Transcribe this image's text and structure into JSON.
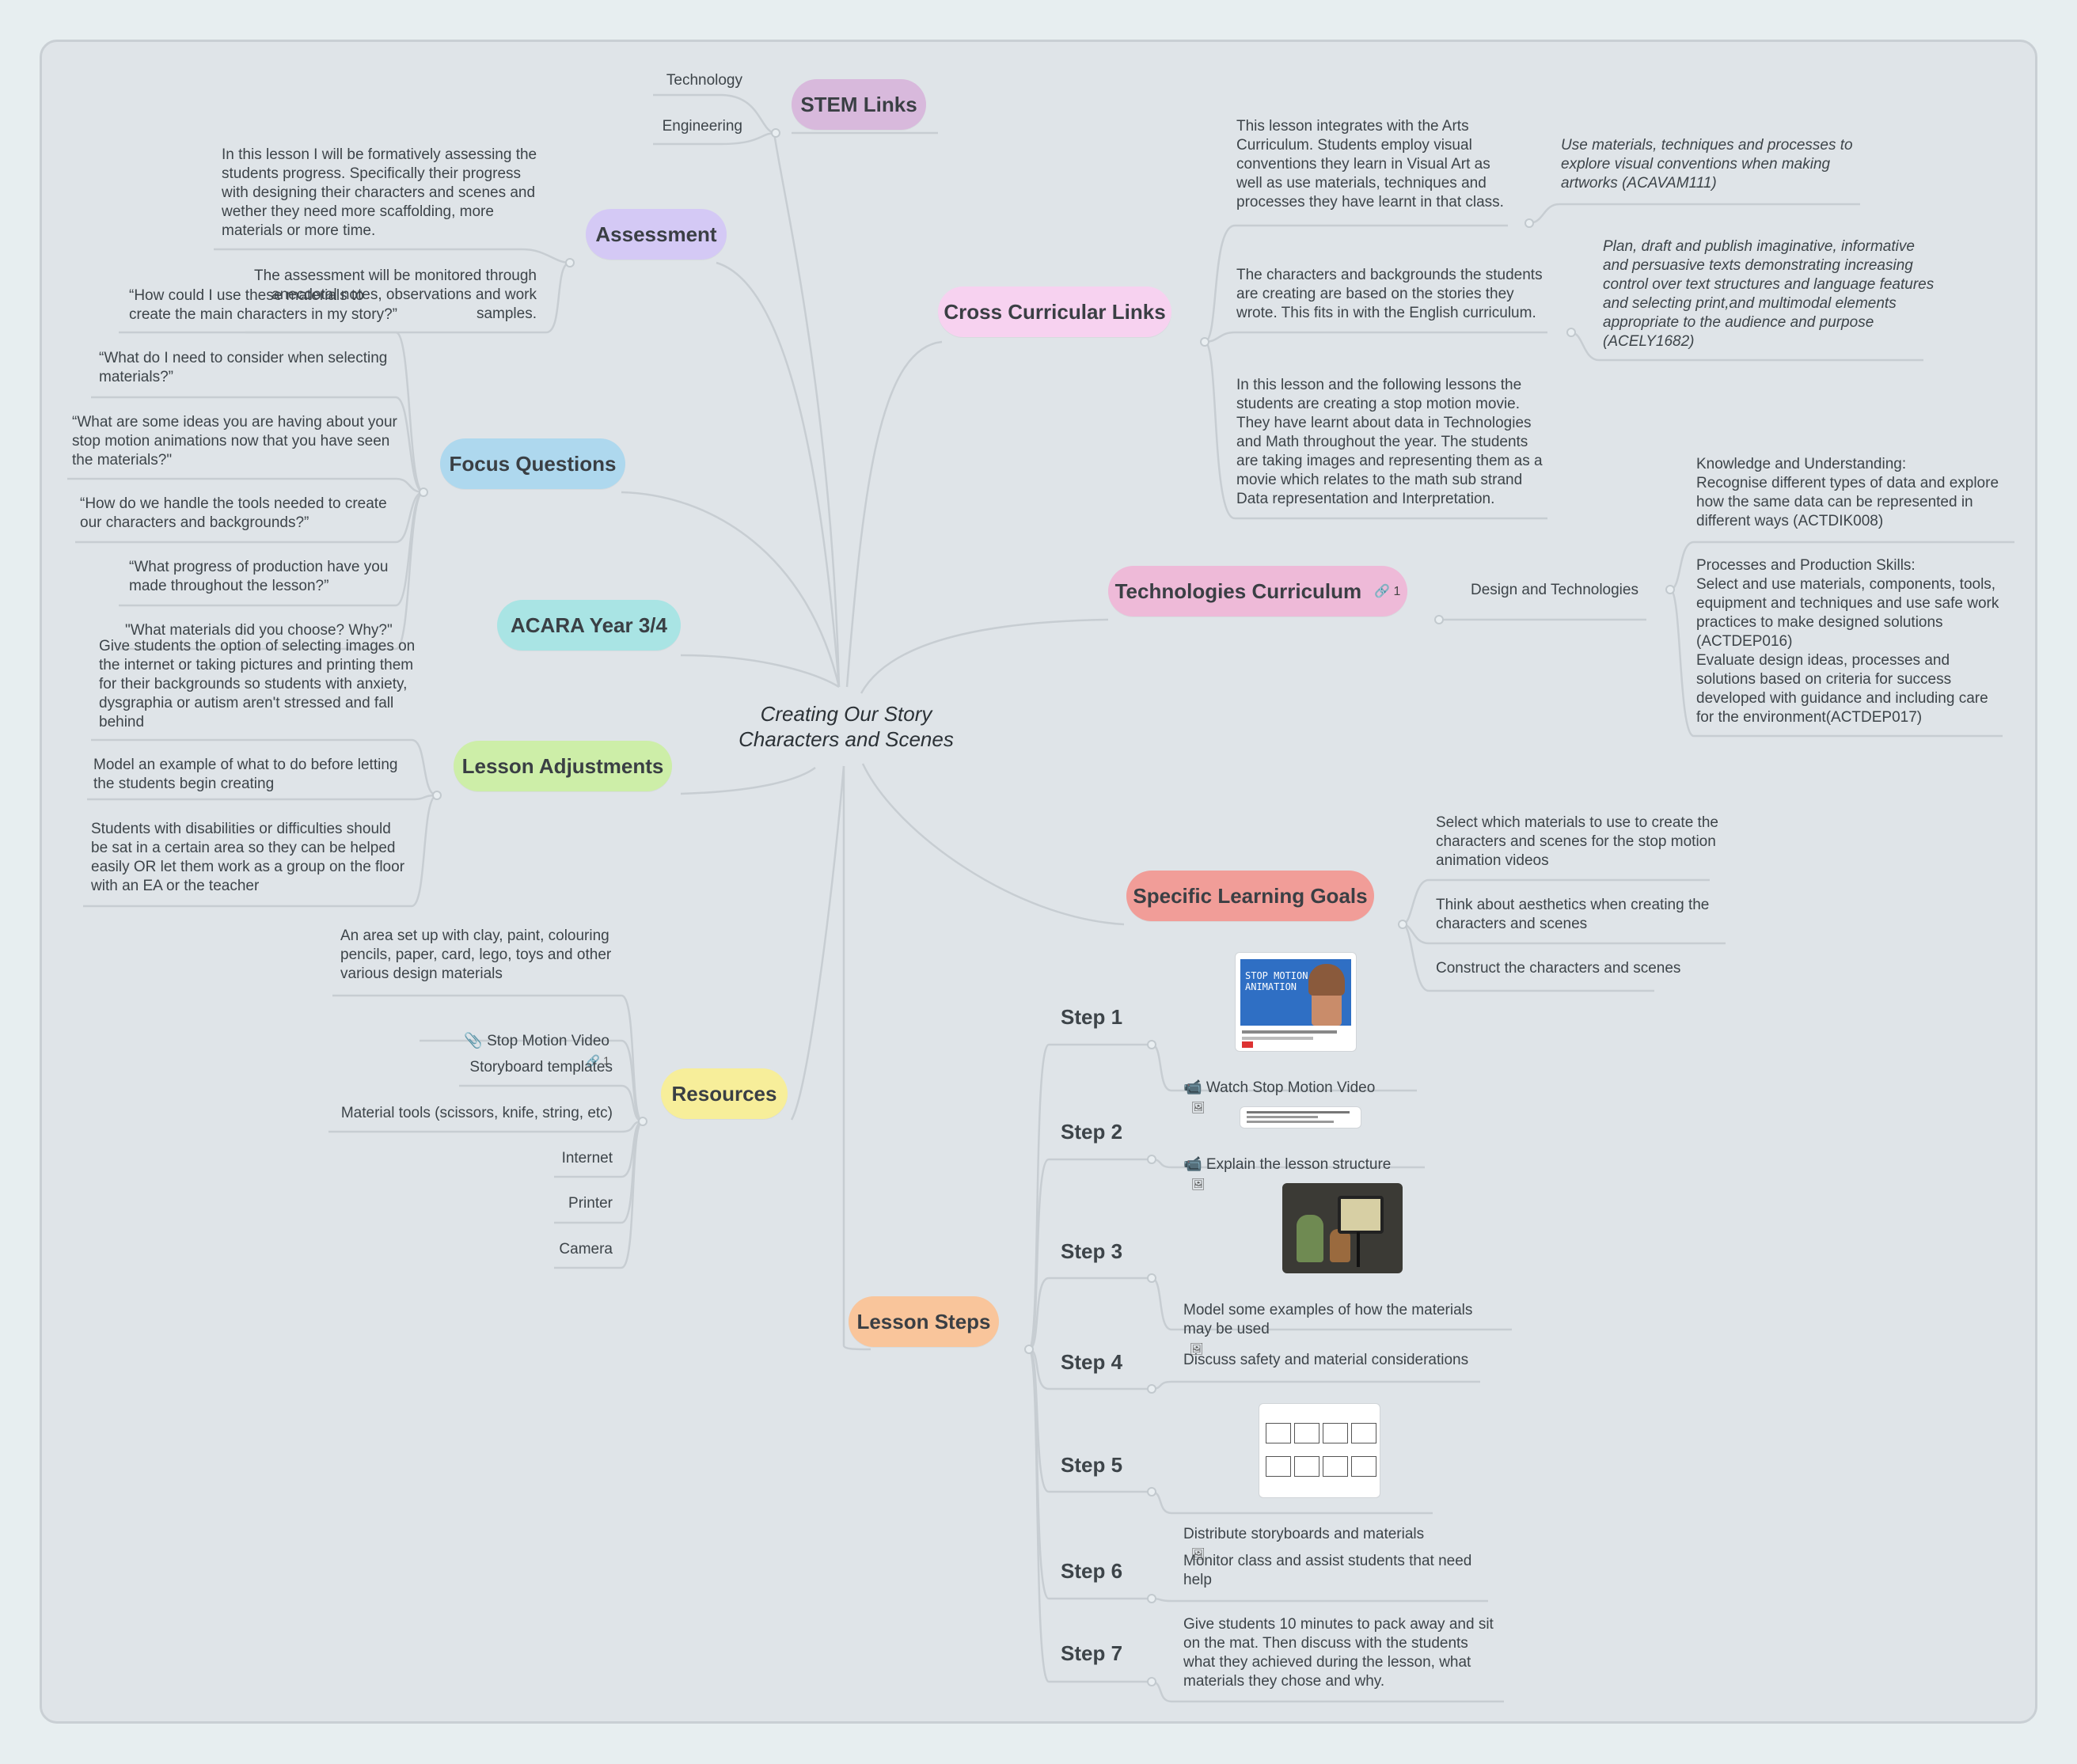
{
  "central_topic": "Creating Our Story\nCharacters and Scenes",
  "branches": {
    "stem": {
      "label": "STEM Links",
      "color": "#d8b9dc",
      "items": [
        "Technology",
        "Engineering"
      ]
    },
    "assessment": {
      "label": "Assessment",
      "color": "#d4c9f5",
      "items": [
        "In this lesson I will be formatively assessing the students progress. Specifically their progress with designing their characters and scenes and wether they need more scaffolding, more materials or more time.",
        "The assessment will be monitored through anecdotal notes, observations and work samples."
      ]
    },
    "focus": {
      "label": "Focus Questions",
      "color": "#aed8ee",
      "items": [
        "“How could I use these materials to create the main characters in my story?”",
        "“What do I need to consider when selecting materials?”",
        "“What are some ideas you are having about your stop motion animations now that you have seen the materials?\"",
        "“How do we handle the tools needed to create our characters and backgrounds?”",
        "“What progress of production have you made throughout the lesson?”",
        "\"What materials did you choose? Why?\""
      ]
    },
    "acara": {
      "label": "ACARA Year 3/4",
      "color": "#a9e4e4"
    },
    "adjustments": {
      "label": "Lesson Adjustments",
      "color": "#cdeea8",
      "items": [
        "Give students the option of selecting images on the internet or taking pictures and printing them for their backgrounds so students with anxiety, dysgraphia or autism aren't stressed and fall behind",
        "Model an example of what to do before letting the students begin creating",
        "Students with disabilities or difficulties should be sat in a certain area so they can be helped easily OR let them work as a group on the floor with an EA or the teacher"
      ]
    },
    "resources": {
      "label": "Resources",
      "color": "#f7ee9a",
      "items": [
        "An area set up with clay, paint, colouring pencils, paper, card, lego, toys and other various design materials",
        "📎 Stop Motion Video",
        "Storyboard templates",
        "Material tools (scissors, knife, string, etc)",
        "Internet",
        "Printer",
        "Camera"
      ],
      "video_link_count": "🔗 1"
    },
    "cross": {
      "label": "Cross Curricular Links",
      "color": "#f7d2f0",
      "items": [
        "This lesson integrates with the Arts Curriculum. Students employ visual conventions they learn in Visual Art as well as use materials, techniques and processes they have learnt in that class.",
        "The characters and backgrounds the students are creating are based on the stories they wrote. This fits in with the English curriculum.",
        "In this lesson and the following lessons the students are creating a stop motion movie. They have learnt about data in Technologies and Math throughout the year. The students are taking images and representing them as a movie which relates to the math sub strand Data representation and Interpretation."
      ],
      "sub_items": [
        "Use materials, techniques and processes to explore visual conventions when making artworks (ACAVAM111)",
        "Plan, draft and publish imaginative, informative and persuasive texts demonstrating increasing control over text structures and language features and selecting print,and multimodal elements appropriate to the audience and purpose (ACELY1682)"
      ]
    },
    "technologies": {
      "label": "Technologies Curriculum",
      "link_count": "🔗 1",
      "color": "#eebad8",
      "item": "Design and Technologies",
      "sub_items": [
        "Knowledge and Understanding:\nRecognise different types of data and explore how the same data can be represented in different ways (ACTDIK008)",
        "Processes and Production Skills:\nSelect and use materials, components, tools, equipment and techniques and use safe work practices to make designed solutions (ACTDEP016)\nEvaluate design ideas, processes and solutions based on criteria for success developed with guidance and including care for the environment(ACTDEP017)"
      ]
    },
    "goals": {
      "label": "Specific Learning Goals",
      "color": "#f19d98",
      "items": [
        "Select which materials to use to create the characters and scenes for the stop motion animation videos",
        "Think about aesthetics when creating the characters and scenes",
        "Construct the characters and scenes"
      ]
    },
    "steps": {
      "label": "Lesson Steps",
      "color": "#f9c59b",
      "items": [
        {
          "step": "Step 1",
          "text": "📹 Watch Stop Motion Video"
        },
        {
          "step": "Step 2",
          "text": "📹 Explain the lesson structure"
        },
        {
          "step": "Step 3",
          "text": "Model some examples of how the materials may be used"
        },
        {
          "step": "Step 4",
          "text": "Discuss safety and material considerations"
        },
        {
          "step": "Step 5",
          "text": "Distribute storyboards and materials"
        },
        {
          "step": "Step 6",
          "text": "Monitor class and assist students that need help"
        },
        {
          "step": "Step 7",
          "text": "Give students 10 minutes to pack away and sit on the mat. Then discuss with the students what they achieved during the lesson, what materials they chose and why."
        }
      ],
      "video_thumb_text": "STOP MOTION\nANIMATION"
    }
  }
}
